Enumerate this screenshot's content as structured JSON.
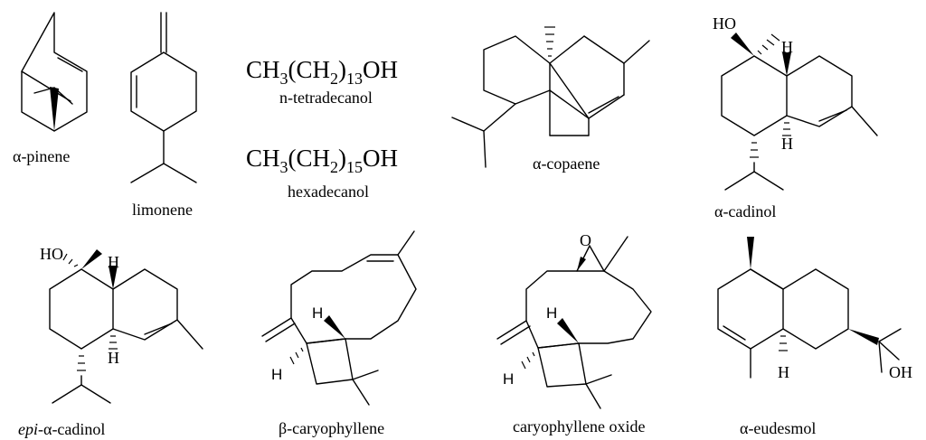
{
  "compounds": {
    "alpha_pinene": {
      "greek": "α",
      "rest": "-pinene"
    },
    "limonene": {
      "name": "limonene"
    },
    "tetradecanol": {
      "formula_start": "CH",
      "sub1": "3",
      "mid": "(CH",
      "sub2": "2",
      "close": ")",
      "sub3": "13",
      "end": "OH",
      "name": "n-tetradecanol"
    },
    "hexadecanol": {
      "formula_start": "CH",
      "sub1": "3",
      "mid": "(CH",
      "sub2": "2",
      "close": ")",
      "sub3": "15",
      "end": "OH",
      "name": "hexadecanol"
    },
    "alpha_copaene": {
      "greek": "α",
      "rest": "-copaene"
    },
    "alpha_cadinol": {
      "greek": "α",
      "rest": "-cadinol",
      "label_ho": "HO",
      "label_h_top": "H",
      "label_h_bottom": "H"
    },
    "epi_alpha_cadinol": {
      "prefix": "epi",
      "greek": "-α",
      "rest": "-cadinol",
      "label_ho": "HO",
      "label_h_top": "H",
      "label_h_bottom": "H"
    },
    "beta_caryophyllene": {
      "greek": "β",
      "rest": "-caryophyllene",
      "label_h_top": "H",
      "label_h_bottom": "H"
    },
    "caryophyllene_oxide": {
      "name": "caryophyllene oxide",
      "label_o": "O",
      "label_h_top": "H",
      "label_h_bottom": "H"
    },
    "alpha_eudesmol": {
      "greek": "α",
      "rest": "-eudesmol",
      "label_h": "H",
      "label_oh": "OH"
    }
  }
}
